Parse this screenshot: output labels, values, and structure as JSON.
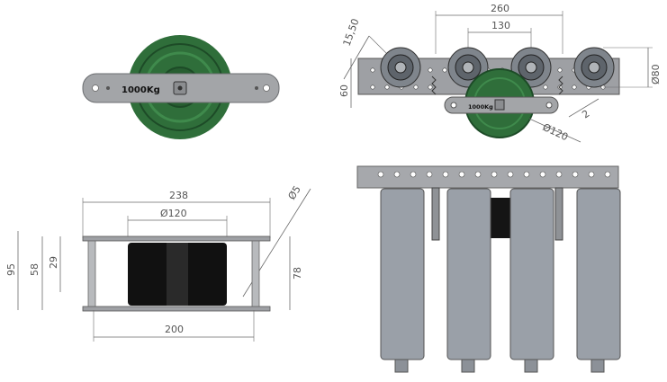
{
  "colors": {
    "wheel_green": "#2f6e3a",
    "wheel_dark": "#1d4b27",
    "plate_grey": "#9ea0a4",
    "roller_grey": "#9aa0a8",
    "dim_line": "#6a6a6a"
  },
  "top_left": {
    "capacity_label": "1000Kg"
  },
  "top_right": {
    "capacity_label": "1000Kg",
    "dims": {
      "d260": "260",
      "d130": "130",
      "d15_50": "15,50",
      "d60": "60",
      "phi80": "Ø80",
      "phi120": "Ø120",
      "d2": "2"
    }
  },
  "bottom_left": {
    "dims": {
      "d238": "238",
      "phi120": "Ø120",
      "phi5": "Ø5",
      "d95": "95",
      "d58": "58",
      "d29": "29",
      "d78": "78",
      "d200": "200"
    }
  }
}
